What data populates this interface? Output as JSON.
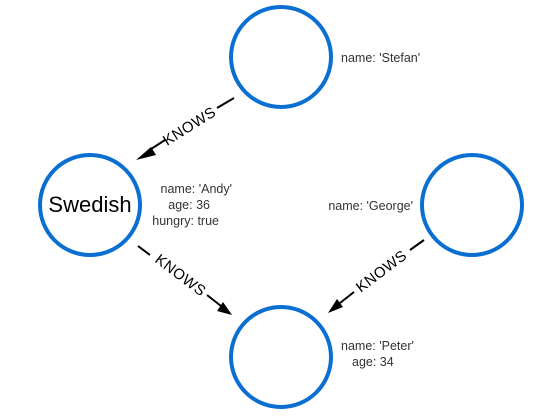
{
  "colors": {
    "node_stroke": "#0a6fd1",
    "relationship": "#000000",
    "property_text": "#333333"
  },
  "nodes": {
    "stefan": {
      "caption": "",
      "properties": [
        "name: 'Stefan'"
      ]
    },
    "andy": {
      "caption": "Swedish",
      "properties": [
        "name: 'Andy'",
        "age: 36",
        "hungry: true"
      ]
    },
    "george": {
      "caption": "",
      "properties": [
        "name: 'George'"
      ]
    },
    "peter": {
      "caption": "",
      "properties": [
        "name: 'Peter'",
        "age: 34"
      ]
    }
  },
  "relationships": [
    {
      "from": "stefan",
      "to": "andy",
      "type": "KNOWS"
    },
    {
      "from": "andy",
      "to": "peter",
      "type": "KNOWS"
    },
    {
      "from": "george",
      "to": "peter",
      "type": "KNOWS"
    }
  ]
}
